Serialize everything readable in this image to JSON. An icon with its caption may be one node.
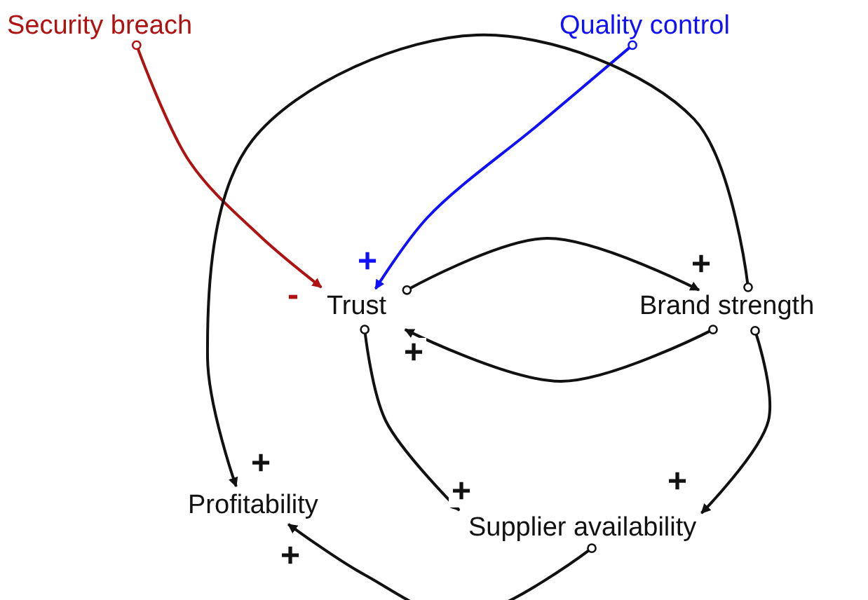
{
  "diagram": {
    "nodes": [
      {
        "text": [
          "Security breach"
        ]
      },
      {
        "text": [
          "Quality control"
        ]
      },
      {
        "text": [
          "Trust"
        ]
      },
      {
        "text": [
          "Brand strength"
        ]
      },
      {
        "text": [
          "Profitability"
        ]
      },
      {
        "text": [
          "Supplier availability"
        ]
      }
    ],
    "edges": [
      {
        "from": 0,
        "to": 2,
        "arrow": "to",
        "label": "-",
        "color": "#b01212"
      },
      {
        "from": 1,
        "to": 2,
        "arrow": "to",
        "label": "+",
        "color": "#1010ff"
      },
      {
        "from": 2,
        "to": 3,
        "arrow": "to",
        "label": "+"
      },
      {
        "from": 3,
        "to": 2,
        "arrow": "to",
        "label": "+"
      },
      {
        "from": 2,
        "to": 5,
        "arrow": "to",
        "label": "+"
      },
      {
        "from": 3,
        "to": 5,
        "arrow": "to",
        "label": "+"
      },
      {
        "from": 3,
        "to": 4,
        "arrow": "to",
        "label": "+"
      },
      {
        "from": 5,
        "to": 4,
        "arrow": "to",
        "label": "+"
      }
    ]
  }
}
